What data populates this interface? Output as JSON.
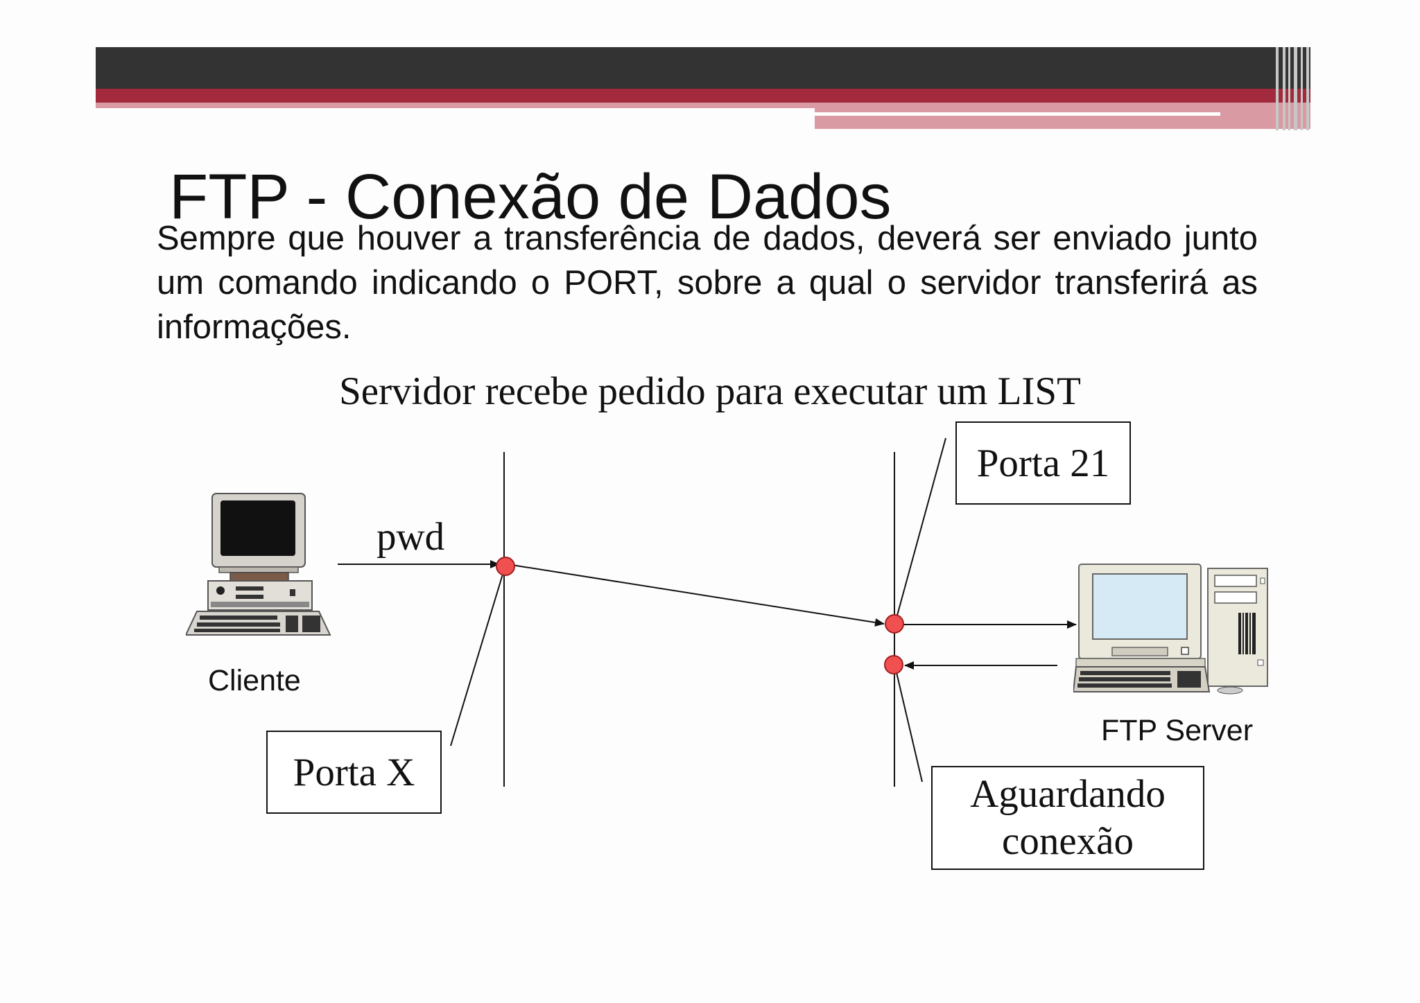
{
  "slide": {
    "title": "FTP - Conexão de Dados",
    "body": "Sempre que houver a transferência de dados, deverá ser enviado junto um comando indicando o PORT, sobre a qual o servidor transferirá as informações."
  },
  "diagram": {
    "caption": "Servidor recebe pedido para executar um LIST",
    "client_label": "Cliente",
    "server_label": "FTP Server",
    "command_label": "pwd",
    "port_client": "Porta X",
    "port_server": "Porta 21",
    "waiting_label": "Aguardando conexão"
  },
  "colors": {
    "header_dark": "#333333",
    "header_red": "#a22a3c",
    "header_pink": "#d99aa3",
    "port_dot": "#f05050"
  }
}
